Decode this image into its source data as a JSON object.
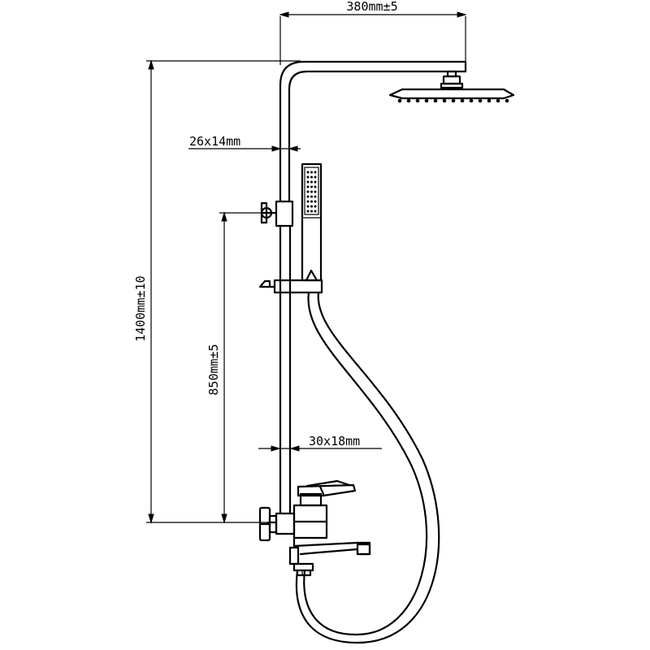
{
  "dimensions": {
    "head_width": "380mm±5",
    "upper_pipe": "26x14mm",
    "lower_pipe": "30x18mm",
    "total_height": "1400mm±10",
    "mixer_height": "850mm±5"
  },
  "colors": {
    "line": "#000000",
    "background": "#ffffff"
  }
}
